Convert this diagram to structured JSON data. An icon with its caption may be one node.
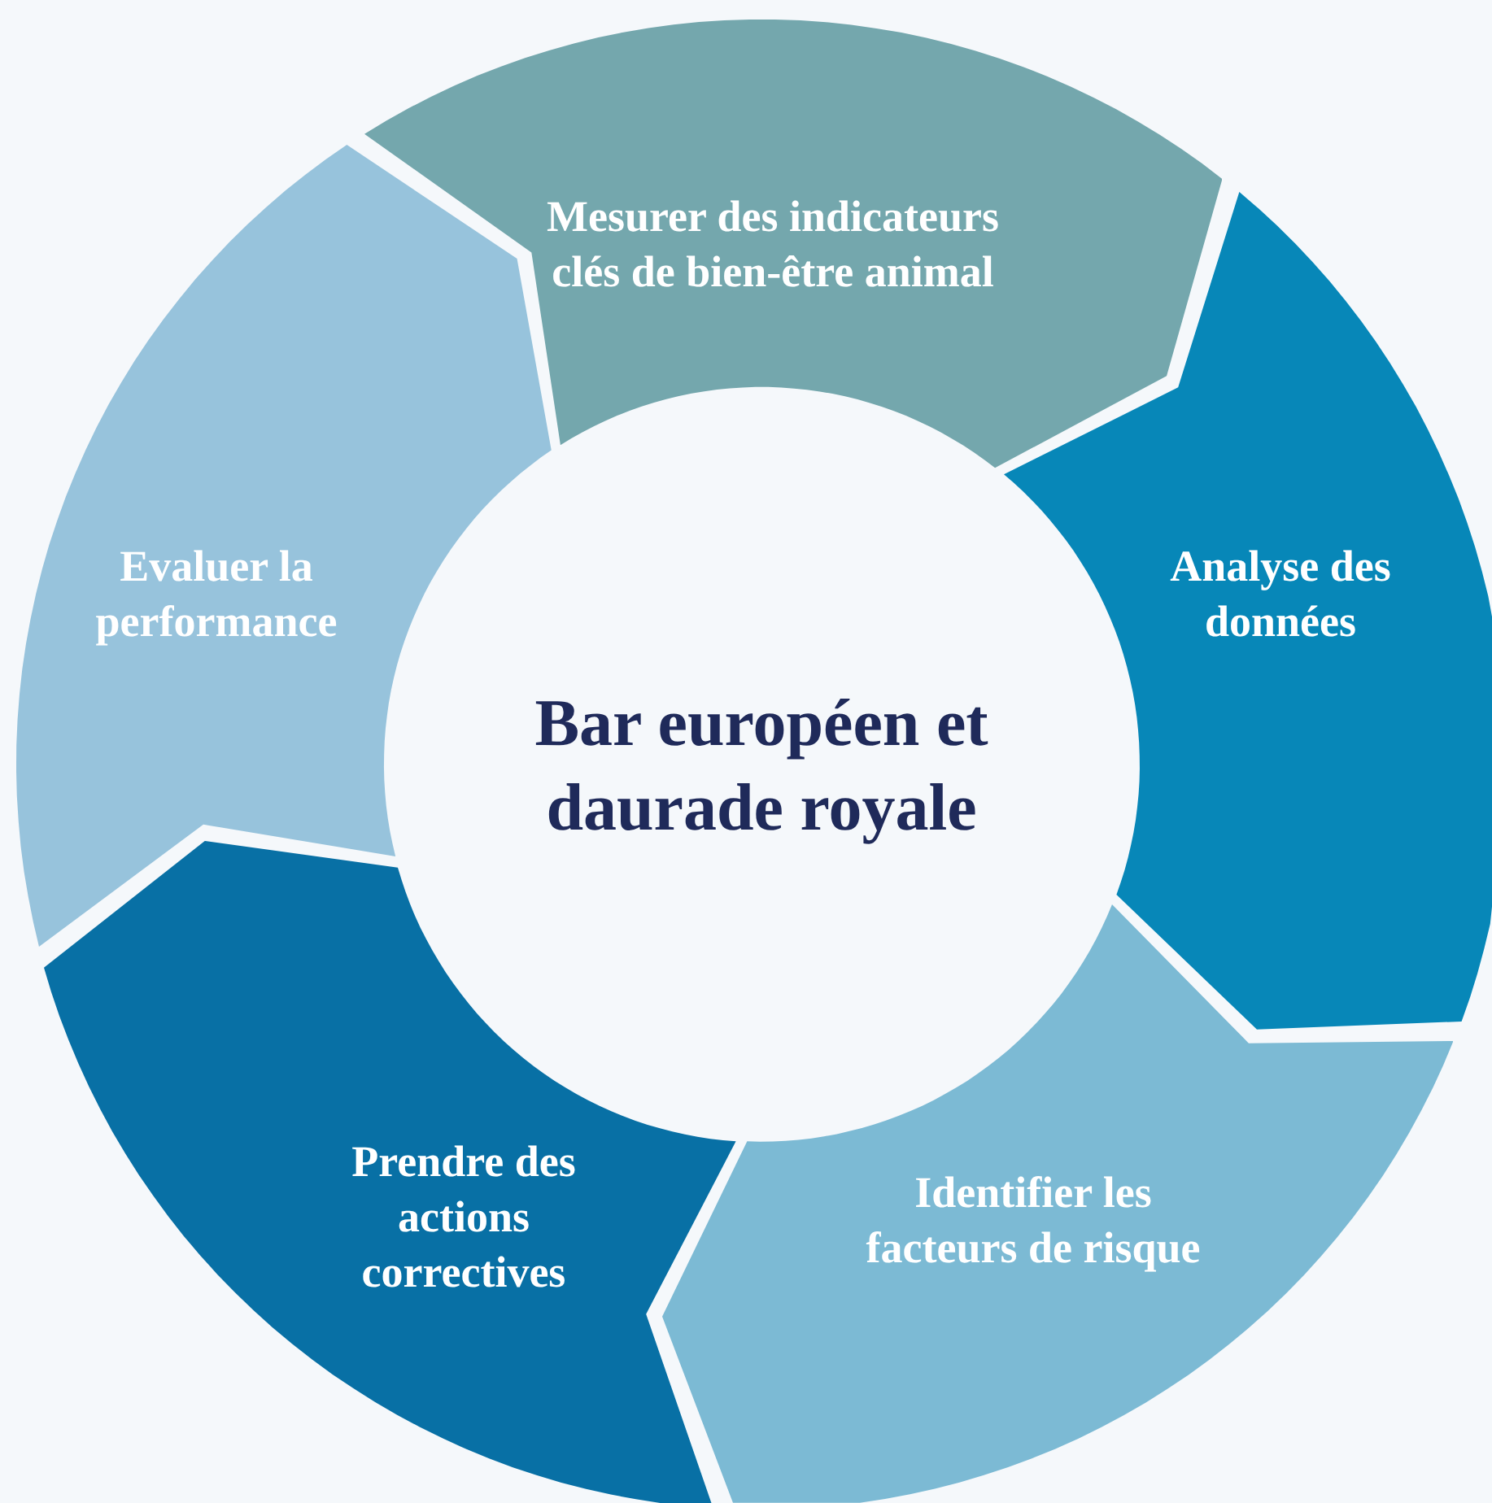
{
  "diagram": {
    "nodes": [
      {
        "text": [
          "Bar européen et daurade royale"
        ]
      },
      {
        "text": [
          "Mesurer des indicateurs clés de bien-être animal"
        ]
      },
      {
        "text": [
          "Analyse des données"
        ]
      },
      {
        "text": [
          "Identifier les facteurs de risque"
        ]
      },
      {
        "text": [
          "Prendre des actions correctives"
        ]
      },
      {
        "text": [
          "Evaluer la performance"
        ]
      }
    ]
  }
}
